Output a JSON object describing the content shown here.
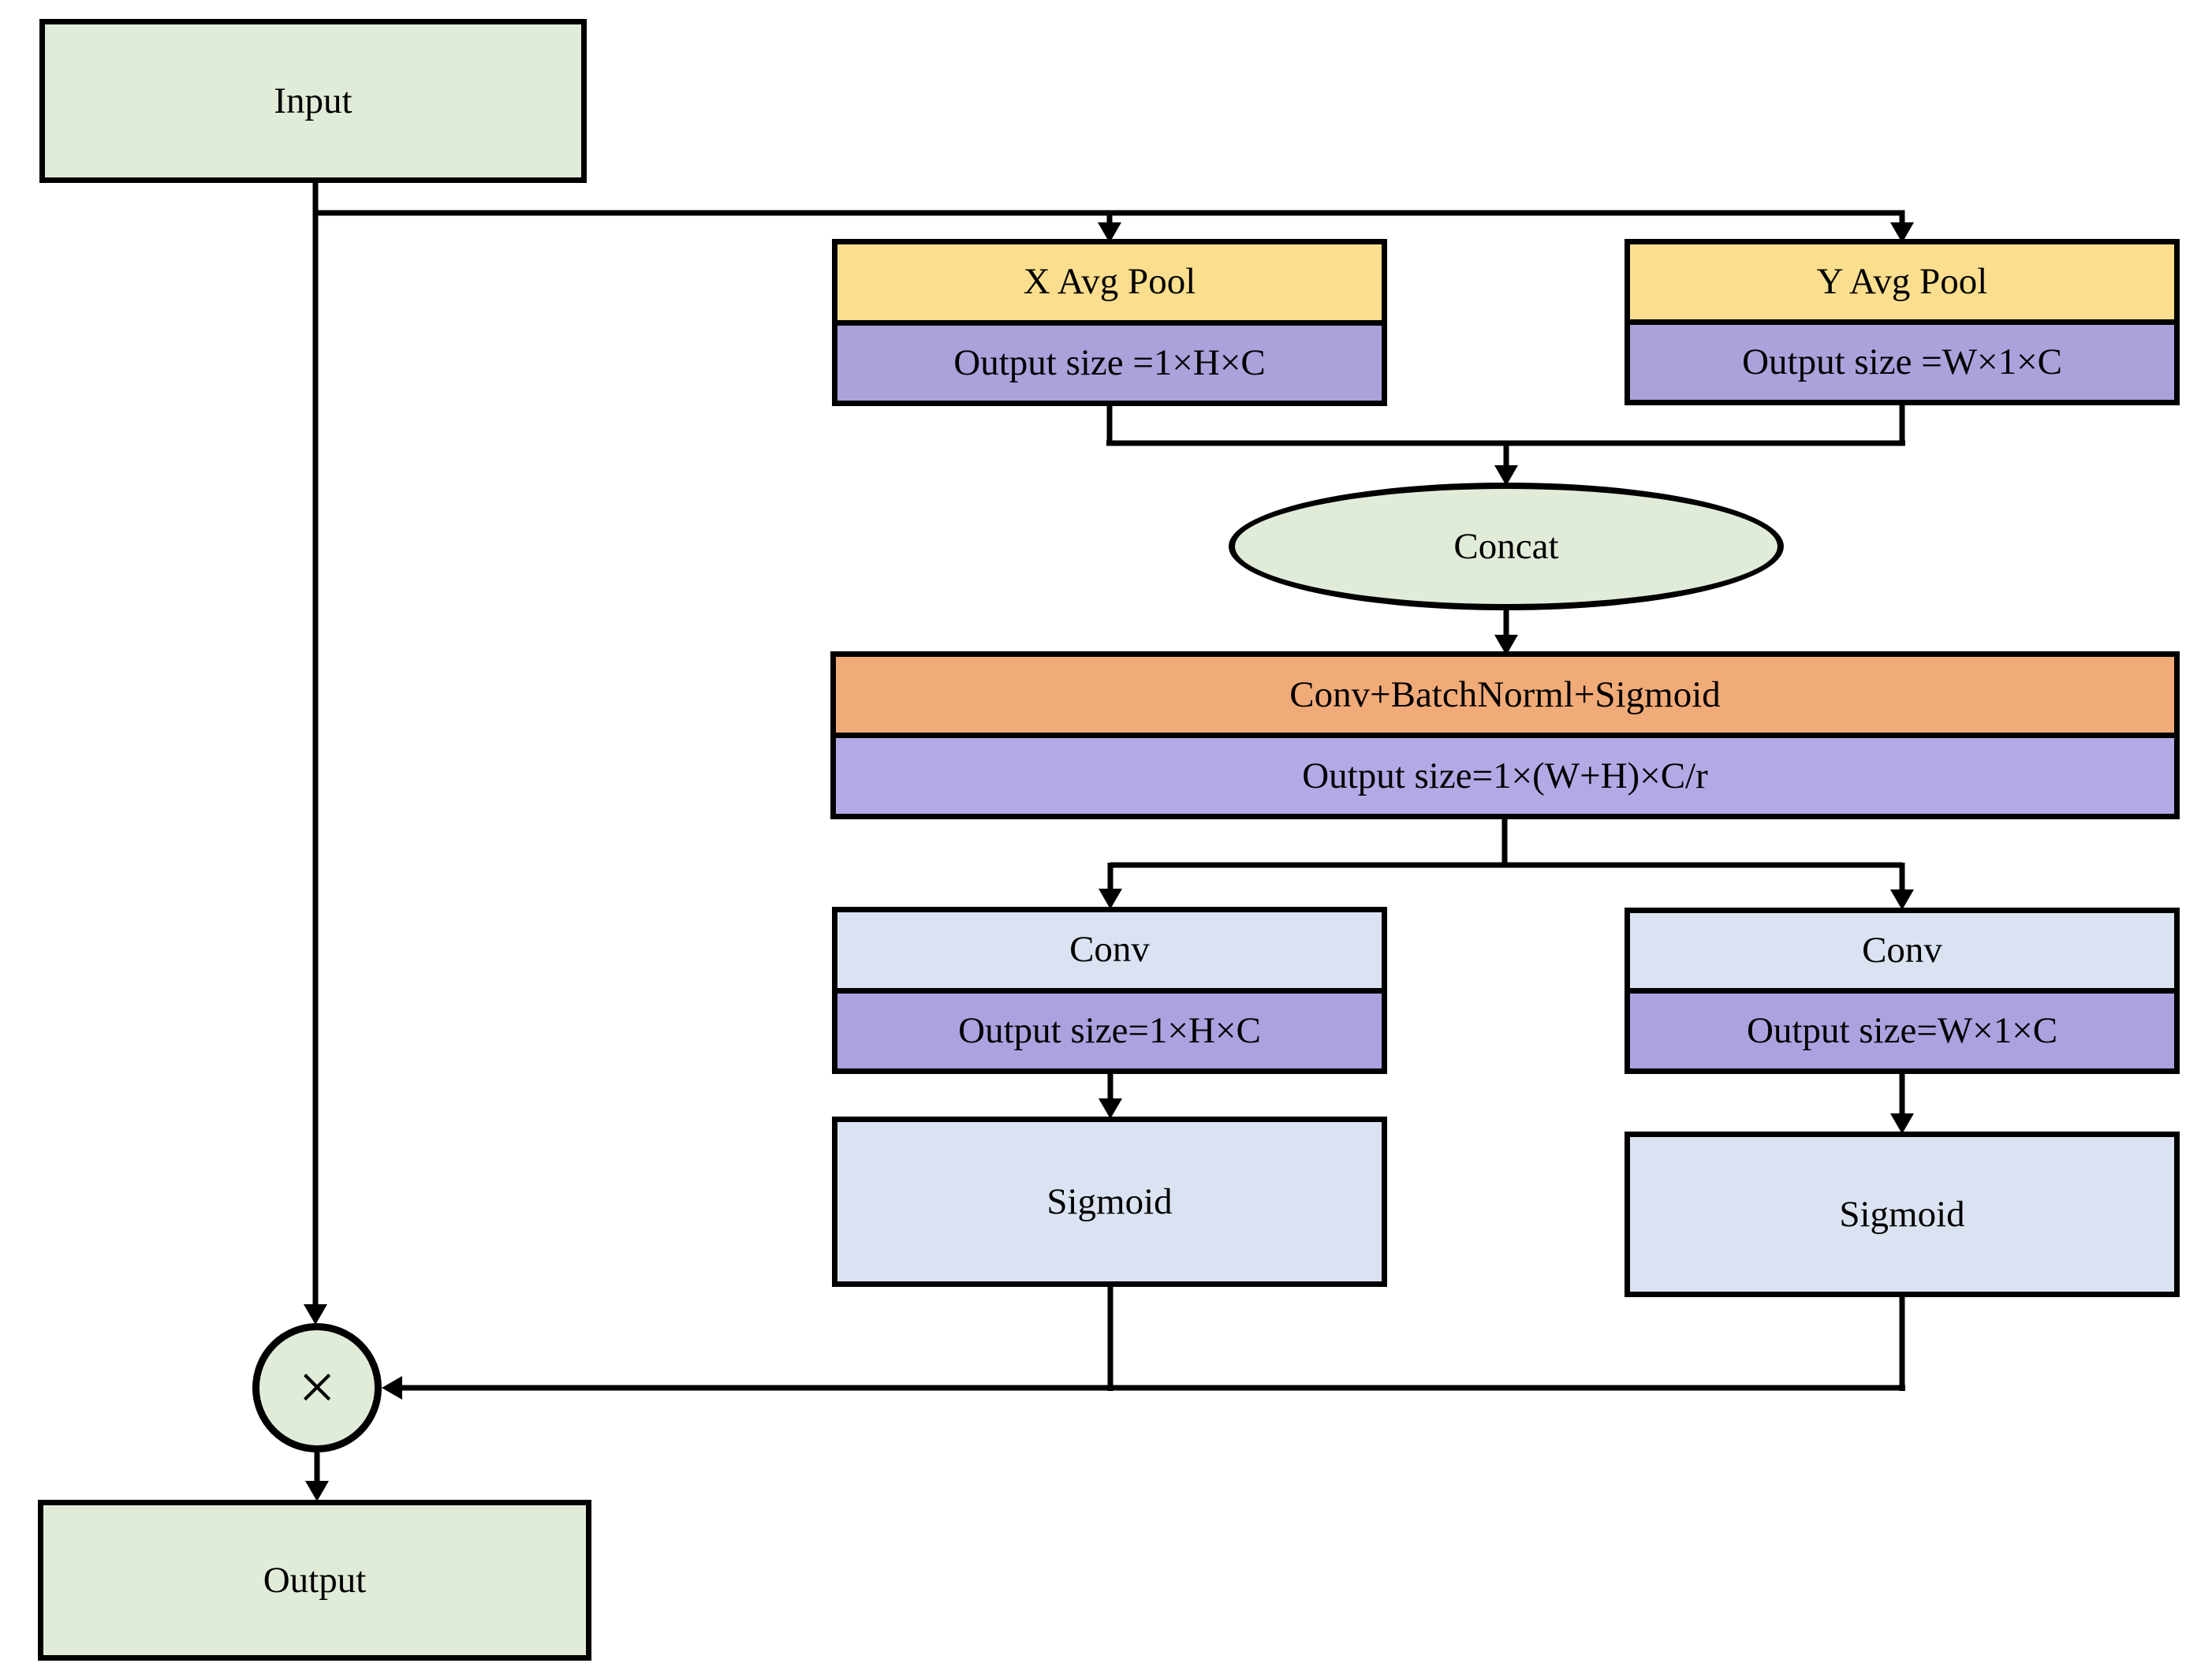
{
  "colors": {
    "green": "#e1ecd8",
    "yellow": "#fcdf8e",
    "purple_pool": "#a9a2db",
    "purple_mid": "#b2aae5",
    "purple_conv": "#aba3df",
    "orange": "#f1ab78",
    "blue": "#dbe3f2",
    "line": "#000000",
    "bg": "#ffffff"
  },
  "nodes": {
    "input": {
      "label": "Input"
    },
    "x_pool": {
      "label": "X Avg Pool",
      "output_size": "Output size =1×H×C"
    },
    "y_pool": {
      "label": "Y Avg Pool",
      "output_size": "Output size =W×1×C"
    },
    "concat": {
      "label": "Concat"
    },
    "conv_bn_sigmoid": {
      "label": "Conv+BatchNorml+Sigmoid",
      "output_size": "Output size=1×(W+H)×C/r"
    },
    "conv_h": {
      "label": "Conv",
      "output_size": "Output size=1×H×C"
    },
    "conv_w": {
      "label": "Conv",
      "output_size": "Output size=W×1×C"
    },
    "sigmoid_h": {
      "label": "Sigmoid"
    },
    "sigmoid_w": {
      "label": "Sigmoid"
    },
    "multiply": {
      "label": "×"
    },
    "output": {
      "label": "Output"
    }
  }
}
